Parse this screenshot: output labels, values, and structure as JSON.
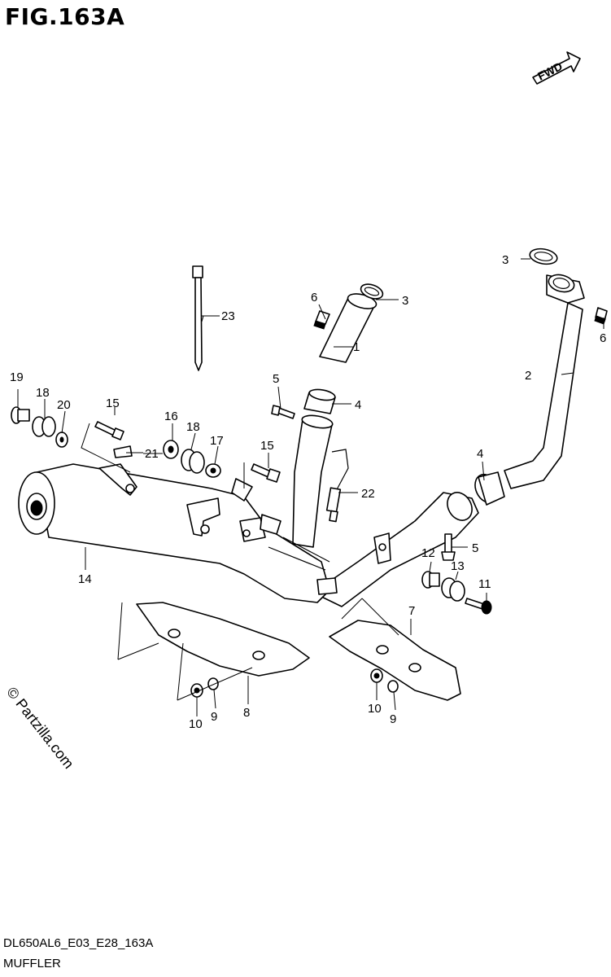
{
  "figure": {
    "title": "FIG.163A",
    "diagram_code": "DL650AL6_E03_E28_163A",
    "section_name": "MUFFLER",
    "watermark": "© Partzilla.com",
    "direction_label": "FWD"
  },
  "callouts": [
    {
      "id": "c1",
      "label": "1"
    },
    {
      "id": "c2",
      "label": "2"
    },
    {
      "id": "c3a",
      "label": "3"
    },
    {
      "id": "c3b",
      "label": "3"
    },
    {
      "id": "c4a",
      "label": "4"
    },
    {
      "id": "c4b",
      "label": "4"
    },
    {
      "id": "c5a",
      "label": "5"
    },
    {
      "id": "c5b",
      "label": "5"
    },
    {
      "id": "c6a",
      "label": "6"
    },
    {
      "id": "c6b",
      "label": "6"
    },
    {
      "id": "c7",
      "label": "7"
    },
    {
      "id": "c8",
      "label": "8"
    },
    {
      "id": "c9a",
      "label": "9"
    },
    {
      "id": "c9b",
      "label": "9"
    },
    {
      "id": "c10a",
      "label": "10"
    },
    {
      "id": "c10b",
      "label": "10"
    },
    {
      "id": "c11",
      "label": "11"
    },
    {
      "id": "c12",
      "label": "12"
    },
    {
      "id": "c13",
      "label": "13"
    },
    {
      "id": "c14",
      "label": "14"
    },
    {
      "id": "c15a",
      "label": "15"
    },
    {
      "id": "c15b",
      "label": "15"
    },
    {
      "id": "c16",
      "label": "16"
    },
    {
      "id": "c17",
      "label": "17"
    },
    {
      "id": "c18a",
      "label": "18"
    },
    {
      "id": "c18b",
      "label": "18"
    },
    {
      "id": "c19",
      "label": "19"
    },
    {
      "id": "c20",
      "label": "20"
    },
    {
      "id": "c21",
      "label": "21"
    },
    {
      "id": "c22",
      "label": "22"
    },
    {
      "id": "c23",
      "label": "23"
    }
  ]
}
